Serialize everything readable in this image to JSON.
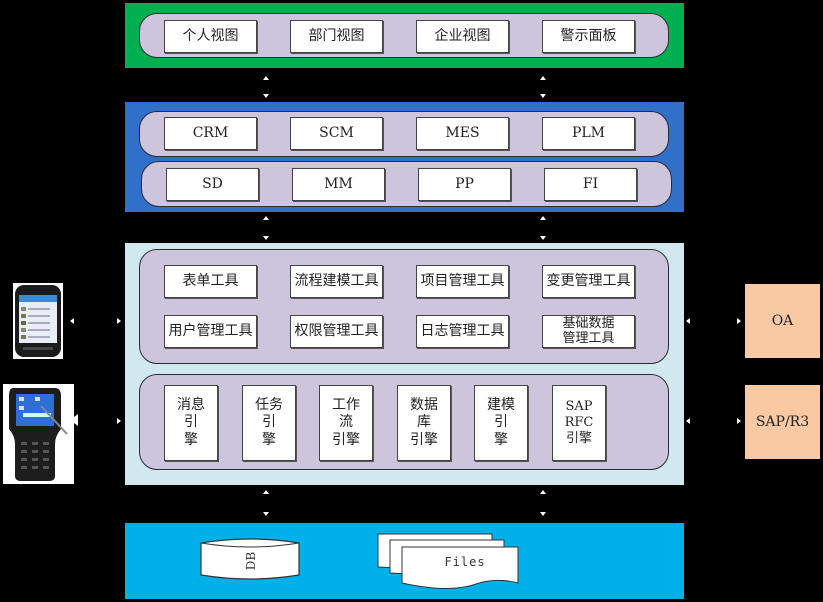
{
  "colors": {
    "background": "#000000",
    "presentation_layer": "#00b050",
    "application_layer": "#3070c8",
    "platform_layer": "#d0e8ee",
    "data_layer": "#00b0e8",
    "group_pill": "#ccc5dc",
    "external_system": "#f9c9a3"
  },
  "presentation": {
    "items": [
      "个人视图",
      "部门视图",
      "企业视图",
      "警示面板"
    ]
  },
  "application": {
    "row1": [
      "CRM",
      "SCM",
      "MES",
      "PLM"
    ],
    "row2": [
      "SD",
      "MM",
      "PP",
      "FI"
    ]
  },
  "platform": {
    "tools_row1": [
      "表单工具",
      "流程建模工具",
      "项目管理工具",
      "变更管理工具"
    ],
    "tools_row2": [
      "用户管理工具",
      "权限管理工具",
      "日志管理工具",
      "基础数据\n管理工具"
    ],
    "engines": [
      "消息引\n擎",
      "任务引\n擎",
      "工作流\n引擎",
      "数据库\n引擎",
      "建模引\n擎",
      "SAP\nRFC\n引擎"
    ]
  },
  "data": {
    "db_label": "DB",
    "files_label": "Files"
  },
  "clients": {
    "smartphone": "smartphone-icon",
    "handheld_terminal": "handheld-terminal-icon"
  },
  "external": {
    "oa": "OA",
    "sap": "SAP/R3"
  }
}
